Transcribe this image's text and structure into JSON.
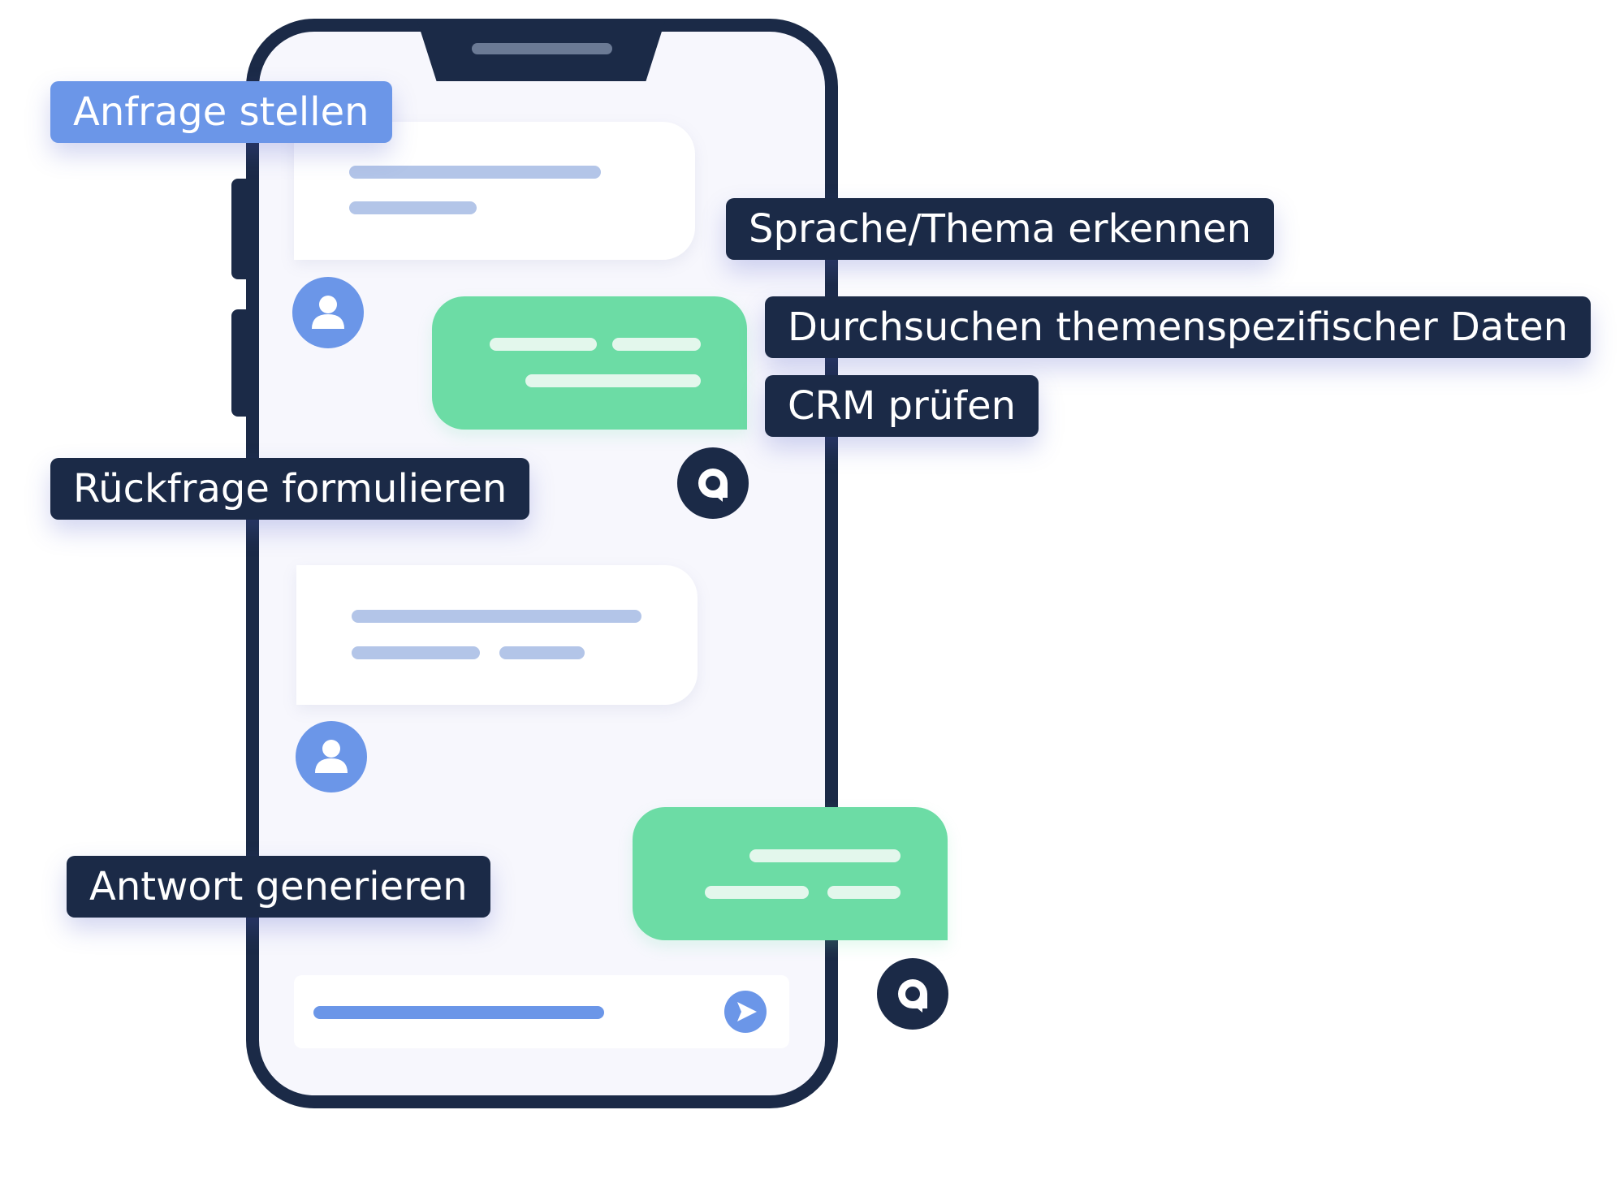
{
  "labels": {
    "request": "Anfrage stellen",
    "detect": "Sprache/Thema erkennen",
    "search": "Durchsuchen themenspezifischer Daten",
    "crm": "CRM prüfen",
    "followup": "Rückfrage formulieren",
    "answer": "Antwort generieren"
  },
  "colors": {
    "navy": "#1b2a47",
    "green": "#6cdca5",
    "blue": "#6b96e8"
  }
}
